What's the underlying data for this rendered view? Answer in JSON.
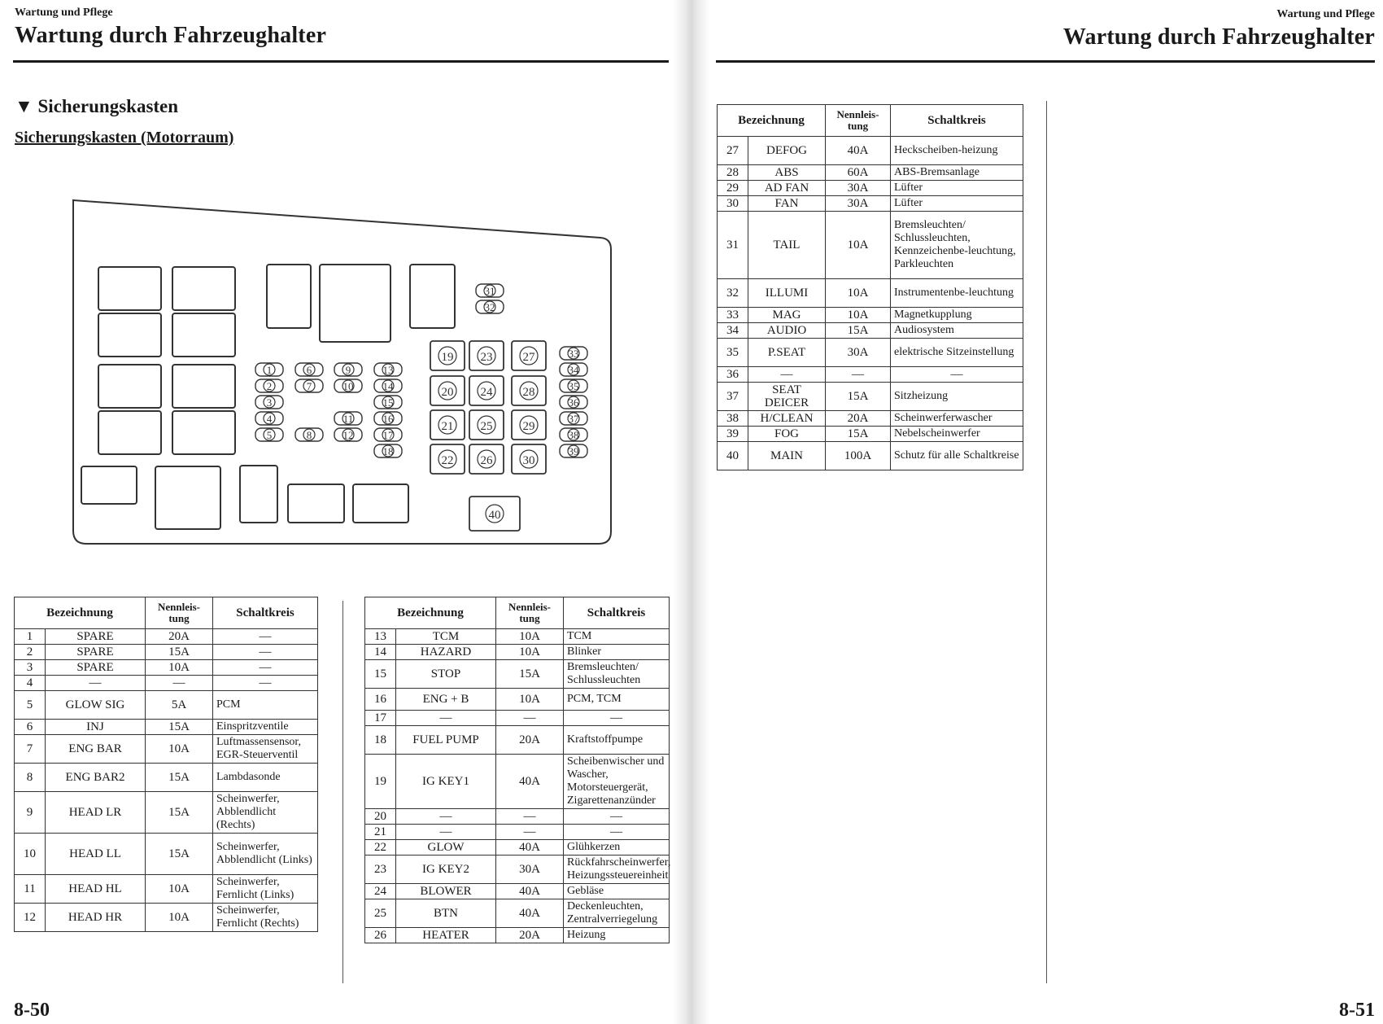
{
  "left_page": {
    "section": "Wartung und Pflege",
    "title": "Wartung durch Fahrzeughalter",
    "heading": "Sicherungskasten",
    "subheading": "Sicherungskasten (Motorraum)",
    "page_number": "8-50"
  },
  "right_page": {
    "section": "Wartung und Pflege",
    "title": "Wartung durch Fahrzeughalter",
    "page_number": "8-51"
  },
  "table_headers": {
    "name": "Bezeichnung",
    "rating": "Nennleis-tung",
    "circuit": "Schaltkreis"
  },
  "fuse_labels": [
    "1",
    "2",
    "3",
    "4",
    "5",
    "6",
    "7",
    "8",
    "9",
    "10",
    "11",
    "12",
    "13",
    "14",
    "15",
    "16",
    "17",
    "18",
    "19",
    "20",
    "21",
    "22",
    "23",
    "24",
    "25",
    "26",
    "27",
    "28",
    "29",
    "30",
    "31",
    "32",
    "33",
    "34",
    "35",
    "36",
    "37",
    "38",
    "39",
    "40"
  ],
  "table1": [
    [
      "1",
      "SPARE",
      "20A",
      "—"
    ],
    [
      "2",
      "SPARE",
      "15A",
      "—"
    ],
    [
      "3",
      "SPARE",
      "10A",
      "—"
    ],
    [
      "4",
      "—",
      "—",
      "—"
    ],
    [
      "5",
      "GLOW SIG",
      "5A",
      "PCM"
    ],
    [
      "6",
      "INJ",
      "15A",
      "Einspritzventile"
    ],
    [
      "7",
      "ENG BAR",
      "10A",
      "Luftmassensensor, EGR-Steuerventil"
    ],
    [
      "8",
      "ENG BAR2",
      "15A",
      "Lambdasonde"
    ],
    [
      "9",
      "HEAD LR",
      "15A",
      "Scheinwerfer, Abblendlicht (Rechts)"
    ],
    [
      "10",
      "HEAD LL",
      "15A",
      "Scheinwerfer, Abblendlicht (Links)"
    ],
    [
      "11",
      "HEAD HL",
      "10A",
      "Scheinwerfer, Fernlicht (Links)"
    ],
    [
      "12",
      "HEAD HR",
      "10A",
      "Scheinwerfer, Fernlicht (Rechts)"
    ]
  ],
  "table2": [
    [
      "13",
      "TCM",
      "10A",
      "TCM"
    ],
    [
      "14",
      "HAZARD",
      "10A",
      "Blinker"
    ],
    [
      "15",
      "STOP",
      "15A",
      "Bremsleuchten/ Schlussleuchten"
    ],
    [
      "16",
      "ENG + B",
      "10A",
      "PCM, TCM"
    ],
    [
      "17",
      "—",
      "—",
      "—"
    ],
    [
      "18",
      "FUEL PUMP",
      "20A",
      "Kraftstoffpumpe"
    ],
    [
      "19",
      "IG KEY1",
      "40A",
      "Scheibenwischer und Wascher, Motorsteuergerät, Zigarettenanzünder"
    ],
    [
      "20",
      "—",
      "—",
      "—"
    ],
    [
      "21",
      "—",
      "—",
      "—"
    ],
    [
      "22",
      "GLOW",
      "40A",
      "Glühkerzen"
    ],
    [
      "23",
      "IG KEY2",
      "30A",
      "Rückfahrscheinwerfer, Heizungssteuereinheit"
    ],
    [
      "24",
      "BLOWER",
      "40A",
      "Gebläse"
    ],
    [
      "25",
      "BTN",
      "40A",
      "Deckenleuchten, Zentralverriegelung"
    ],
    [
      "26",
      "HEATER",
      "20A",
      "Heizung"
    ]
  ],
  "table3": [
    [
      "27",
      "DEFOG",
      "40A",
      "Heckscheiben-heizung"
    ],
    [
      "28",
      "ABS",
      "60A",
      "ABS-Bremsanlage"
    ],
    [
      "29",
      "AD FAN",
      "30A",
      "Lüfter"
    ],
    [
      "30",
      "FAN",
      "30A",
      "Lüfter"
    ],
    [
      "31",
      "TAIL",
      "10A",
      "Bremsleuchten/ Schlussleuchten, Kennzeichenbe-leuchtung, Parkleuchten"
    ],
    [
      "32",
      "ILLUMI",
      "10A",
      "Instrumentenbe-leuchtung"
    ],
    [
      "33",
      "MAG",
      "10A",
      "Magnetkupplung"
    ],
    [
      "34",
      "AUDIO",
      "15A",
      "Audiosystem"
    ],
    [
      "35",
      "P.SEAT",
      "30A",
      "elektrische Sitzeinstellung"
    ],
    [
      "36",
      "—",
      "—",
      "—"
    ],
    [
      "37",
      "SEAT DEICER",
      "15A",
      "Sitzheizung"
    ],
    [
      "38",
      "H/CLEAN",
      "20A",
      "Scheinwerferwascher"
    ],
    [
      "39",
      "FOG",
      "15A",
      "Nebelscheinwerfer"
    ],
    [
      "40",
      "MAIN",
      "100A",
      "Schutz für alle Schaltkreise"
    ]
  ]
}
